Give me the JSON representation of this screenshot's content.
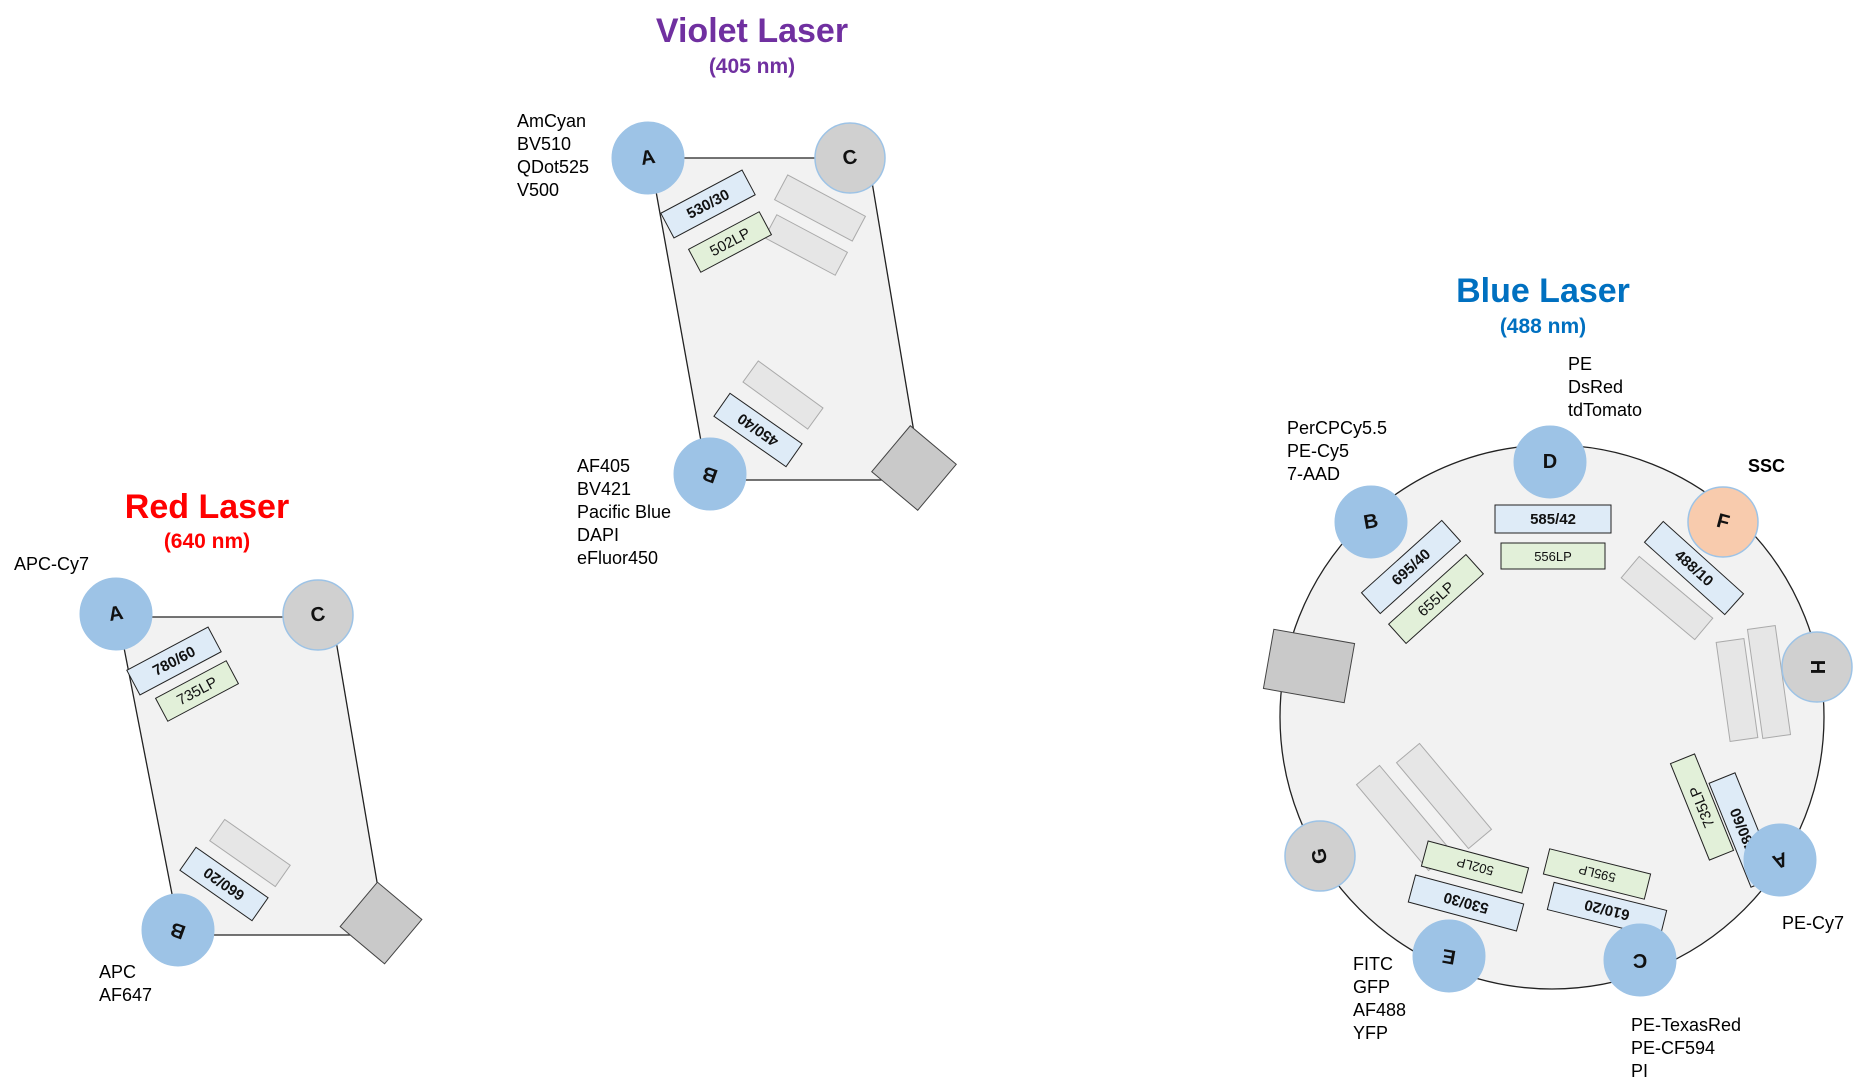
{
  "colors": {
    "violet": "#7030a0",
    "red": "#ff0000",
    "blue": "#0070c0",
    "detector_blue": "#9dc3e6",
    "detector_gray": "#d0d0d0",
    "detector_orange": "#f8cbad",
    "bandpass_fill": "#deebf7",
    "longpass_fill": "#e2f0d9"
  },
  "violet": {
    "title": "Violet Laser",
    "wavelength": "(405 nm)",
    "det_a": "A",
    "det_b": "B",
    "det_c": "C",
    "fluor_a": [
      "AmCyan",
      "BV510",
      "QDot525",
      "V500"
    ],
    "fluor_b": [
      "AF405",
      "BV421",
      "Pacific Blue",
      "DAPI",
      "eFluor450"
    ],
    "bp_a": "530/30",
    "lp_a": "502LP",
    "bp_b": "450/40"
  },
  "red": {
    "title": "Red Laser",
    "wavelength": "(640 nm)",
    "det_a": "A",
    "det_b": "B",
    "det_c": "C",
    "fluor_a": [
      "APC-Cy7"
    ],
    "fluor_b": [
      "APC",
      "AF647"
    ],
    "bp_a": "780/60",
    "lp_a": "735LP",
    "bp_b": "660/20"
  },
  "blue": {
    "title": "Blue Laser",
    "wavelength": "(488 nm)",
    "det_a": "A",
    "det_b": "B",
    "det_c": "C",
    "det_d": "D",
    "det_e": "E",
    "det_f": "F",
    "det_g": "G",
    "det_h": "H",
    "fluor_a": [
      "PE-Cy7"
    ],
    "fluor_b": [
      "PerCPCy5.5",
      "PE-Cy5",
      "7-AAD"
    ],
    "fluor_c": [
      "PE-TexasRed",
      "PE-CF594",
      "PI"
    ],
    "fluor_d": [
      "PE",
      "DsRed",
      "tdTomato"
    ],
    "fluor_e": [
      "FITC",
      "GFP",
      "AF488",
      "YFP"
    ],
    "fluor_f": "SSC",
    "bp_a": "780/60",
    "lp_a": "735LP",
    "bp_b": "695/40",
    "lp_b": "655LP",
    "bp_c": "610/20",
    "lp_c": "595LP",
    "bp_d": "585/42",
    "lp_d": "556LP",
    "bp_e": "530/30",
    "lp_e": "502LP",
    "bp_f": "488/10"
  }
}
